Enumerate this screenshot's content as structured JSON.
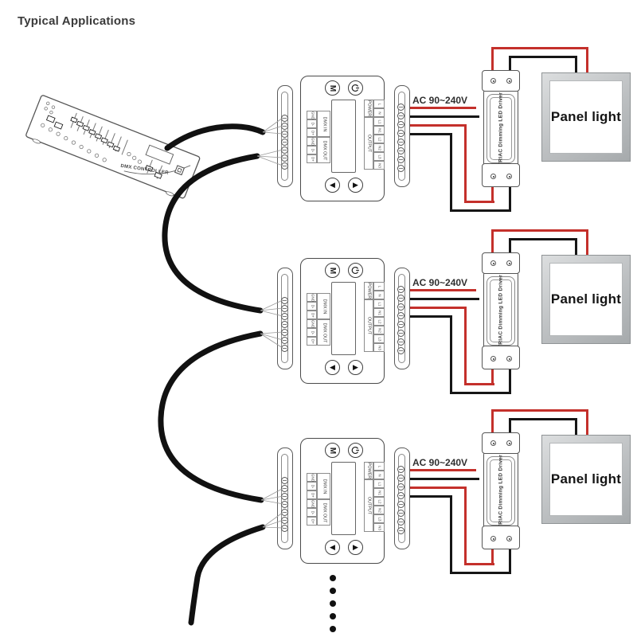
{
  "title": "Typical Applications",
  "console": {
    "label": "DMX CONTROLLER"
  },
  "colors": {
    "wire_red": "#c4302b",
    "wire_black": "#161616"
  },
  "continuation_dots": 5,
  "units": [
    {
      "ac_label": "AC 90~240V",
      "panel": {
        "label": "Panel light"
      },
      "driver": {
        "label": "TRIAC Dimming LED Driver"
      },
      "controller": {
        "mode_button": "M",
        "left_arrow": "◀",
        "right_arrow": "▶",
        "dmx_in": {
          "label": "DMX IN",
          "pins": [
            "GND",
            "D-",
            "D+"
          ]
        },
        "dmx_out": {
          "label": "DMX OUT",
          "pins": [
            "GND",
            "D-",
            "D+"
          ]
        },
        "power_group": {
          "label": "POWER",
          "pins": [
            "L",
            "N"
          ]
        },
        "output_group": {
          "label": "OUTPUT",
          "pins": [
            "L1",
            "N1",
            "L2",
            "N2",
            "L3",
            "N3"
          ]
        }
      }
    },
    {
      "ac_label": "AC 90~240V",
      "panel": {
        "label": "Panel light"
      },
      "driver": {
        "label": "TRIAC Dimming LED Driver"
      },
      "controller": {
        "mode_button": "M",
        "left_arrow": "◀",
        "right_arrow": "▶",
        "dmx_in": {
          "label": "DMX IN",
          "pins": [
            "GND",
            "D-",
            "D+"
          ]
        },
        "dmx_out": {
          "label": "DMX OUT",
          "pins": [
            "GND",
            "D-",
            "D+"
          ]
        },
        "power_group": {
          "label": "POWER",
          "pins": [
            "L",
            "N"
          ]
        },
        "output_group": {
          "label": "OUTPUT",
          "pins": [
            "L1",
            "N1",
            "L2",
            "N2",
            "L3",
            "N3"
          ]
        }
      }
    },
    {
      "ac_label": "AC 90~240V",
      "panel": {
        "label": "Panel light"
      },
      "driver": {
        "label": "TRIAC Dimming LED Driver"
      },
      "controller": {
        "mode_button": "M",
        "left_arrow": "◀",
        "right_arrow": "▶",
        "dmx_in": {
          "label": "DMX IN",
          "pins": [
            "GND",
            "D-",
            "D+"
          ]
        },
        "dmx_out": {
          "label": "DMX OUT",
          "pins": [
            "GND",
            "D-",
            "D+"
          ]
        },
        "power_group": {
          "label": "POWER",
          "pins": [
            "L",
            "N"
          ]
        },
        "output_group": {
          "label": "OUTPUT",
          "pins": [
            "L1",
            "N1",
            "L2",
            "N2",
            "L3",
            "N3"
          ]
        }
      }
    }
  ]
}
